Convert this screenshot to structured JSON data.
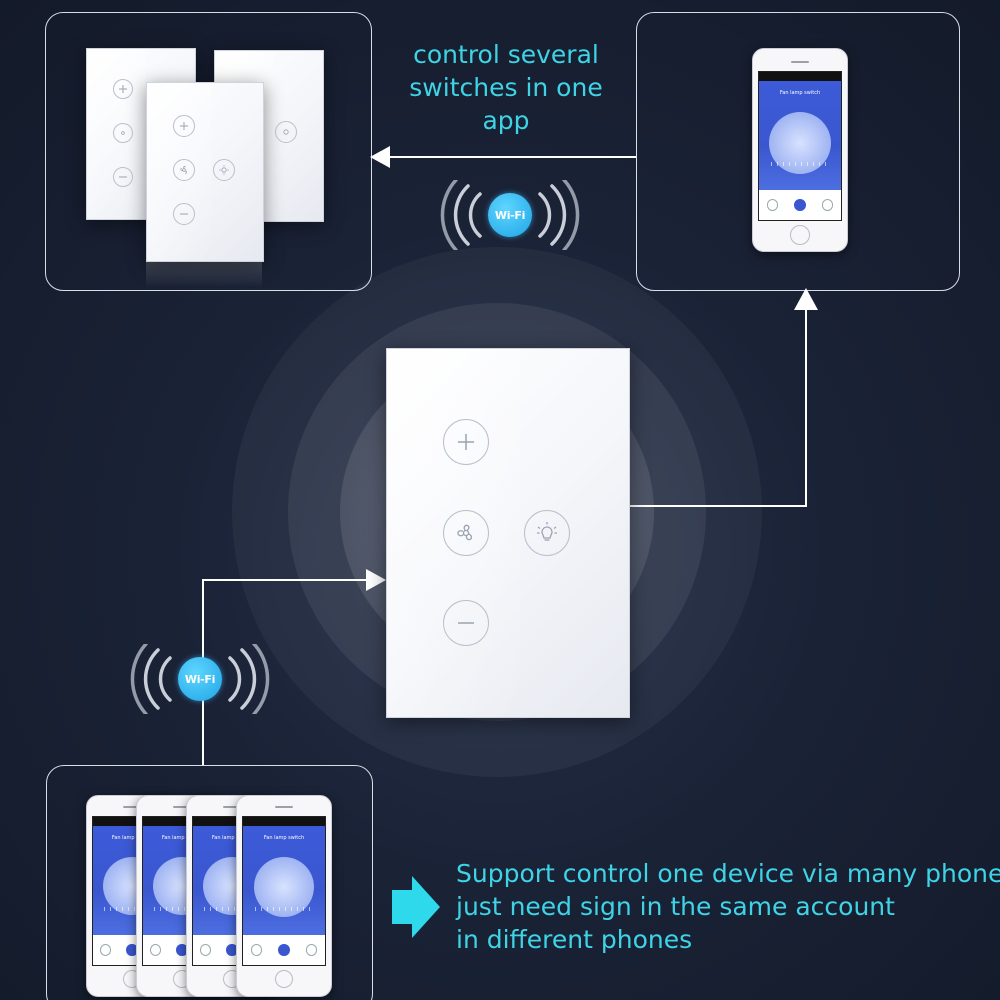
{
  "captions": {
    "top": "control several switches in one app",
    "bottom_lines": [
      "Support control one device via many phone",
      "just need sign in the same account",
      "in different phones"
    ]
  },
  "wifi_badges": [
    {
      "label": "Wi-Fi"
    },
    {
      "label": "Wi-Fi"
    }
  ],
  "switch_buttons": [
    {
      "name": "plus-icon",
      "role": "speed up"
    },
    {
      "name": "fan-icon",
      "role": "fan"
    },
    {
      "name": "light-bulb-icon",
      "role": "lamp"
    },
    {
      "name": "minus-icon",
      "role": "speed down"
    }
  ],
  "phone_app": {
    "title": "Fan lamp switch"
  },
  "colors": {
    "background": "#151b2b",
    "caption": "#3fd3e6",
    "arrow_accent": "#2fd9ec",
    "wifi_badge": "#1fa4e6",
    "app_blue": "#3a57d0"
  }
}
